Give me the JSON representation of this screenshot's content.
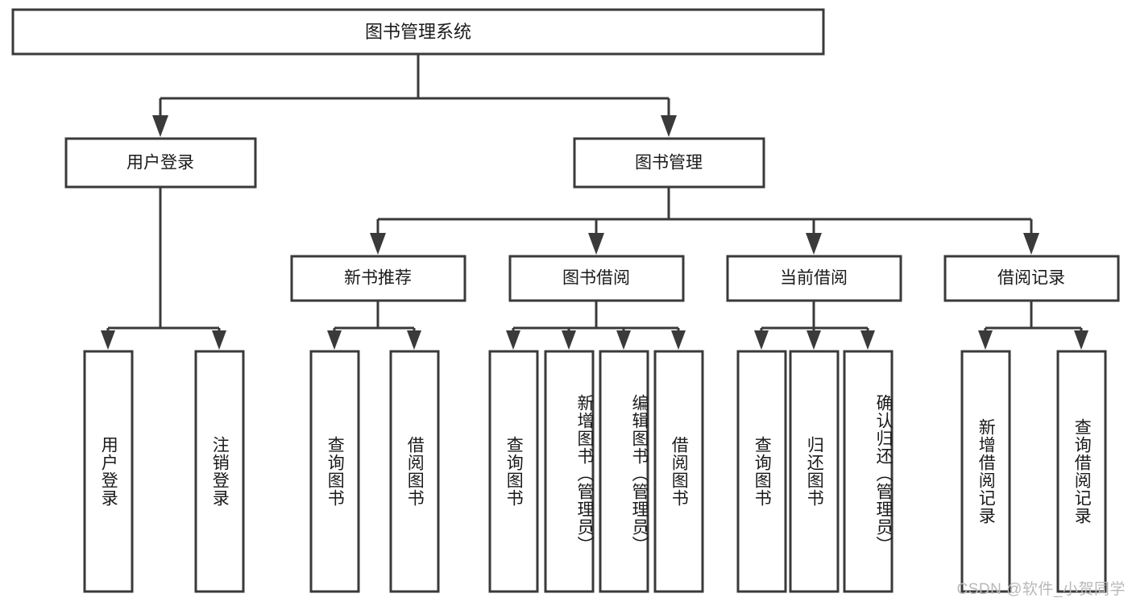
{
  "diagram": {
    "type": "tree-hierarchy",
    "title_node": {
      "label": "图书管理系统"
    },
    "level2": [
      {
        "id": "user-login",
        "label": "用户登录"
      },
      {
        "id": "book-management",
        "label": "图书管理"
      }
    ],
    "level3": [
      {
        "id": "new-book-recommend",
        "label": "新书推荐"
      },
      {
        "id": "book-borrow",
        "label": "图书借阅"
      },
      {
        "id": "current-borrow",
        "label": "当前借阅"
      },
      {
        "id": "borrow-record",
        "label": "借阅记录"
      }
    ],
    "leaves": {
      "user-login": [
        {
          "id": "leaf-user-login",
          "label": "用户登录"
        },
        {
          "id": "leaf-user-logout",
          "label": "注销登录"
        }
      ],
      "new-book-recommend": [
        {
          "id": "leaf-query-book-1",
          "label": "查询图书"
        },
        {
          "id": "leaf-borrow-book-1",
          "label": "借阅图书"
        }
      ],
      "book-borrow": [
        {
          "id": "leaf-query-book-2",
          "label": "查询图书"
        },
        {
          "id": "leaf-add-book",
          "label": "新增图书（管理员）"
        },
        {
          "id": "leaf-edit-book",
          "label": "编辑图书（管理员）"
        },
        {
          "id": "leaf-borrow-book-2",
          "label": "借阅图书"
        }
      ],
      "current-borrow": [
        {
          "id": "leaf-query-book-3",
          "label": "查询图书"
        },
        {
          "id": "leaf-return-book",
          "label": "归还图书"
        },
        {
          "id": "leaf-confirm-return",
          "label": "确认归还（管理员）"
        }
      ],
      "borrow-record": [
        {
          "id": "leaf-add-record",
          "label": "新增借阅记录"
        },
        {
          "id": "leaf-query-record",
          "label": "查询借阅记录"
        }
      ]
    },
    "colors": {
      "box_stroke": "#3a3a3a",
      "box_fill": "#ffffff",
      "text": "#1a1a1a",
      "background": "#ffffff",
      "watermark": "#b9b9b9"
    }
  },
  "watermark": {
    "text": "CSDN @软件_小贺同学"
  }
}
